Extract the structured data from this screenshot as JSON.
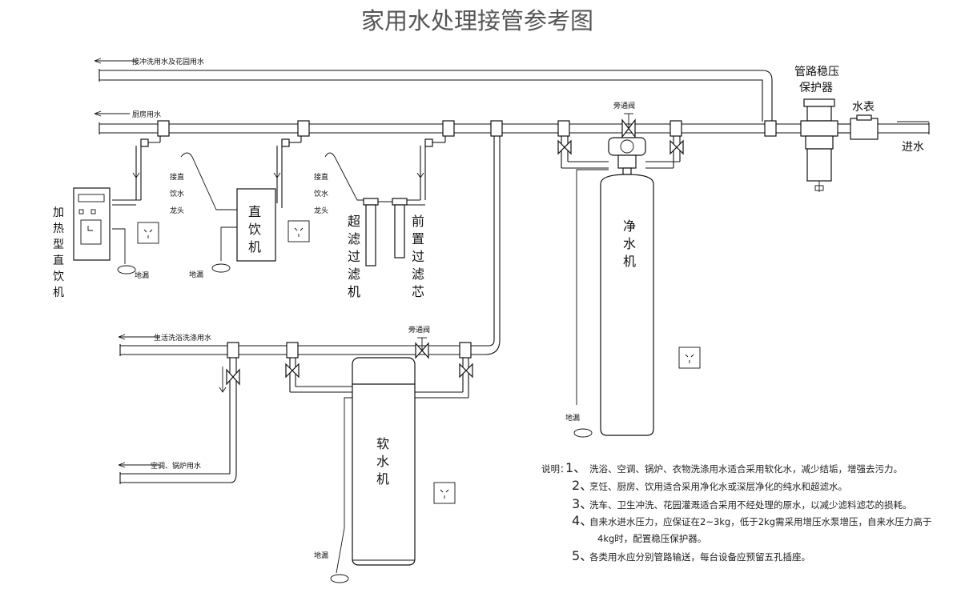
{
  "title": "家用水处理接管参考图",
  "pipes": {
    "flush_garden": "接冲洗用水及花园用水",
    "kitchen": "厨房用水",
    "living": "生活洗浴洗涤用水",
    "aircon": "空调、锅炉用水",
    "inlet": "进水"
  },
  "equipment": {
    "stabilizer": [
      "管路稳压",
      "保护器"
    ],
    "meter": "水表",
    "purifier": "净水机",
    "softener": "软水机",
    "heated_dispenser": "加热型直饮机",
    "direct_dispenser": "直饮机",
    "uf_filter": "超滤过滤机",
    "pre_filter": "前置过滤芯",
    "direct_tap": "接直饮水龙头",
    "bypass_valve": "旁通阀",
    "drain": "地漏"
  },
  "notes": {
    "prefix": "说明：",
    "items": [
      {
        "num": "1、",
        "text": "洗浴、空调、锅炉、衣物洗涤用水适合采用软化水，减少结垢，增强去污力。"
      },
      {
        "num": "2、",
        "text": "烹饪、厨房、饮用适合采用净化水或深层净化的纯水和超滤水。"
      },
      {
        "num": "3、",
        "text": "洗车、卫生冲洗、花园灌溉适合采用不经处理的原水，以减少滤料滤芯的损耗。"
      },
      {
        "num": "4、",
        "text": "自来水进水压力，应保证在2~3kg，低于2kg需采用增压水泵增压，自来水压力高于"
      },
      {
        "num": "",
        "text": "4kg时，配置稳压保护器。"
      },
      {
        "num": "5、",
        "text": "各类用水应分别管路输送，每台设备应预留五孔插座。"
      }
    ]
  }
}
